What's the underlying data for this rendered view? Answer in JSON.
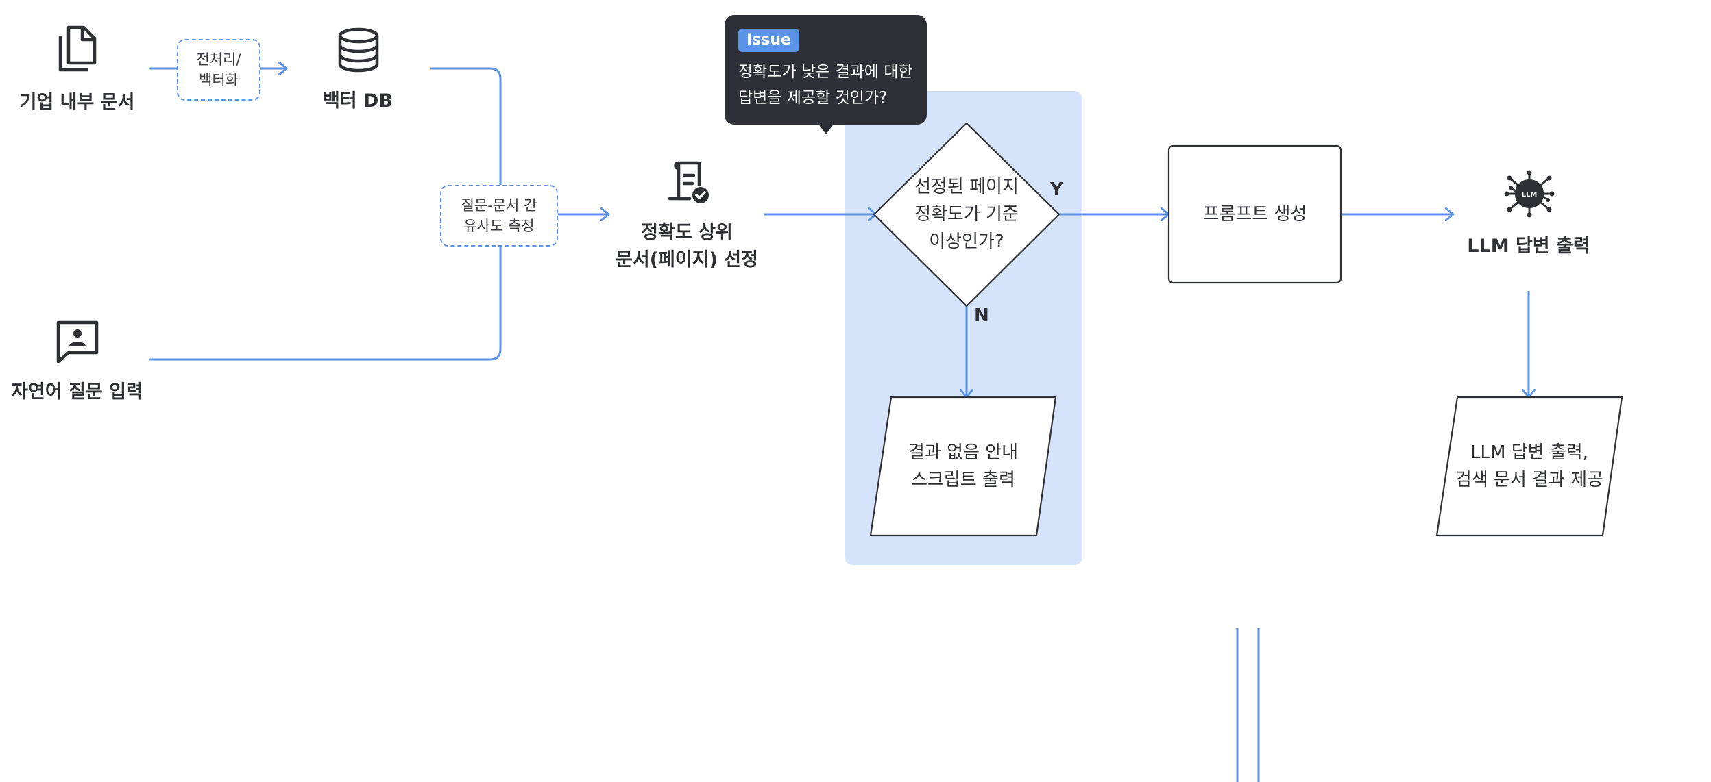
{
  "nodes": {
    "docs": {
      "label": "기업 내부 문서"
    },
    "preprocess": {
      "label_line1": "전처리/",
      "label_line2": "백터화"
    },
    "vectordb": {
      "label": "백터 DB"
    },
    "question": {
      "label": "자연어 질문 입력"
    },
    "similarity": {
      "label_line1": "질문-문서 간",
      "label_line2": "유사도 측정"
    },
    "select": {
      "label_line1": "정확도 상위",
      "label_line2": "문서(페이지) 선정"
    },
    "decision": {
      "line1": "선정된 페이지",
      "line2": "정확도가 기준",
      "line3": "이상인가?"
    },
    "yes_label": "Y",
    "no_label": "N",
    "prompt": {
      "label": "프롬프트 생성"
    },
    "llm": {
      "label": "LLM 답변 출력",
      "icon_text": "LLM"
    },
    "no_result": {
      "line1": "결과 없음 안내",
      "line2": "스크립트 출력"
    },
    "llm_result": {
      "line1": "LLM 답변 출력,",
      "line2": "검색 문서 결과 제공"
    }
  },
  "tooltip": {
    "badge": "Issue",
    "line1": "정확도가 낮은 결과에 대한",
    "line2": "답변을 제공할 것인가?"
  },
  "icons": [
    "documents-icon",
    "database-icon",
    "chat-person-icon",
    "receipt-check-icon",
    "llm-chip-icon"
  ],
  "colors": {
    "accent": "#5b93e6",
    "highlight": "#d6e4fb",
    "tooltip_bg": "#2e2f37",
    "text": "#2f3034"
  }
}
